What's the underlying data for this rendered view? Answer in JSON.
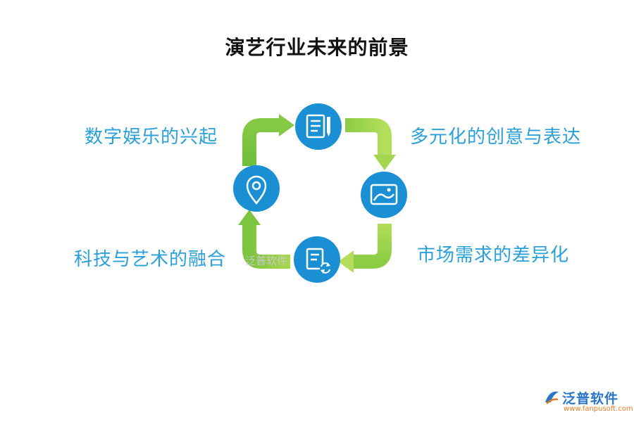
{
  "title": "演艺行业未来的前景",
  "steps": [
    {
      "label": "数字娱乐的兴起",
      "icon": "location-pin-icon"
    },
    {
      "label": "多元化的创意与表达",
      "icon": "document-pencil-icon"
    },
    {
      "label": "市场需求的差异化",
      "icon": "picture-frame-icon"
    },
    {
      "label": "科技与艺术的融合",
      "icon": "document-refresh-icon"
    }
  ],
  "watermark": "泛普软件",
  "logo": {
    "name": "泛普软件",
    "url": "www.fanpusoft.com"
  },
  "colors": {
    "circle": "#1a8fd3",
    "arrow_light": "#a9d84e",
    "arrow_dark": "#6cbf3c",
    "label": "#2b9fd8"
  }
}
